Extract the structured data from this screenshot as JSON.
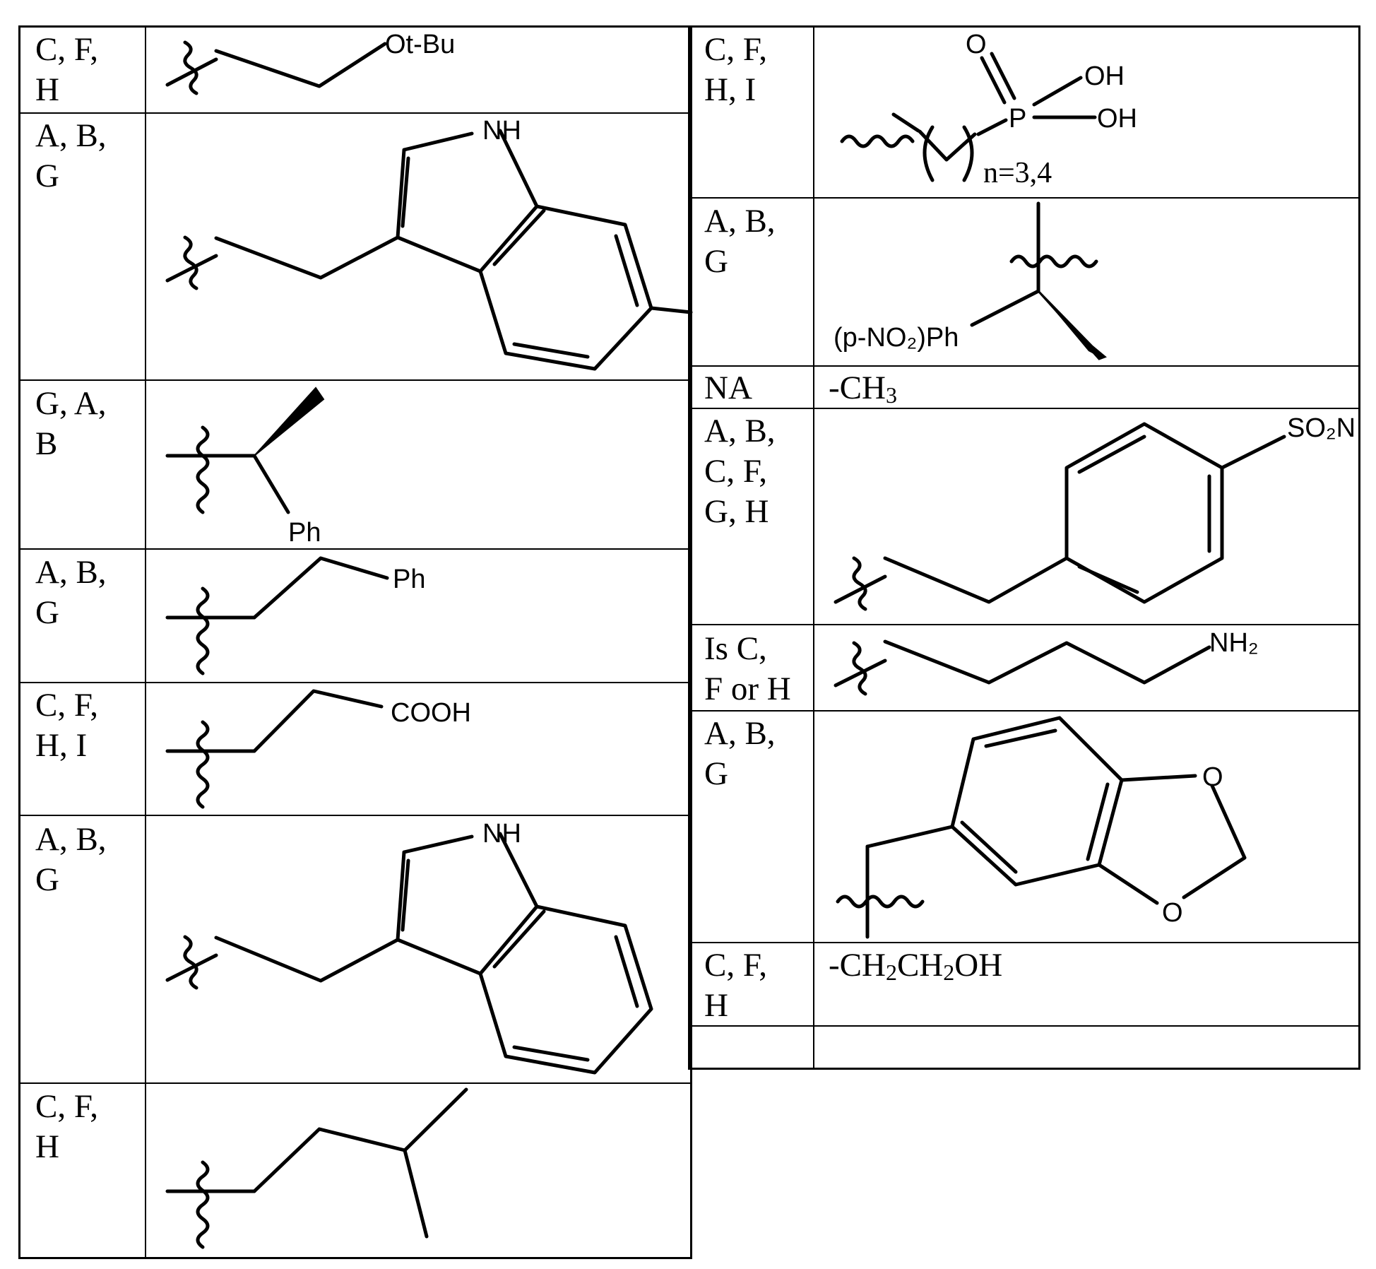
{
  "left_table": {
    "rows": [
      {
        "group": "C, F,\nH",
        "substituent_labels": [
          "Ot-Bu"
        ]
      },
      {
        "group": "A, B,\nG",
        "substituent_labels": [
          "NH"
        ]
      },
      {
        "group": "G, A,\nB",
        "substituent_labels": [
          "Ph"
        ]
      },
      {
        "group": "A, B,\nG",
        "substituent_labels": [
          "Ph"
        ]
      },
      {
        "group": "C, F,\nH, I",
        "substituent_labels": [
          "COOH"
        ]
      },
      {
        "group": "A, B,\nG",
        "substituent_labels": [
          "NH"
        ]
      },
      {
        "group": "C, F,\nH",
        "substituent_labels": []
      }
    ]
  },
  "right_table": {
    "rows": [
      {
        "group": "C, F,\nH, I",
        "substituent_labels": [
          "O",
          "OH",
          "OH",
          "P",
          "n=3,4"
        ]
      },
      {
        "group": "A, B,\nG",
        "substituent_labels": [
          "(p-NO₂)Ph"
        ]
      },
      {
        "group": "NA",
        "formula_prefix": "-CH",
        "formula_sub": "3"
      },
      {
        "group": "A, B,\nC, F,\nG, H",
        "substituent_labels": [
          "SO₂N"
        ]
      },
      {
        "group": "Is C,\nF or H",
        "substituent_labels": [
          "NH₂"
        ]
      },
      {
        "group": "A, B,\nG",
        "substituent_labels": [
          "O",
          "O"
        ]
      },
      {
        "group": "C, F,\nH",
        "formula_parts": [
          "-CH",
          "2",
          "CH",
          "2",
          "OH"
        ]
      },
      {
        "group": "",
        "substituent_labels": []
      }
    ]
  }
}
